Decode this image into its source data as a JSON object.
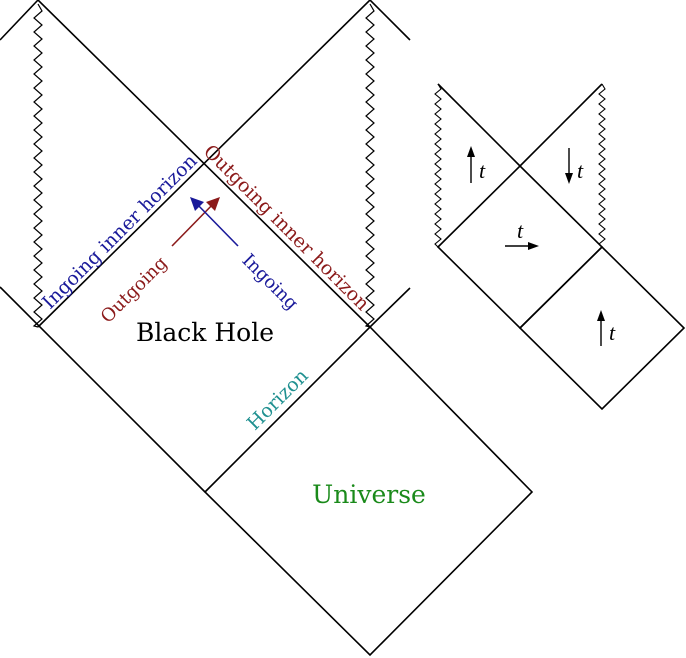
{
  "labels": {
    "black_hole": "Black Hole",
    "universe": "Universe",
    "horizon": "Horizon",
    "ingoing_inner_horizon": "Ingoing inner horizon",
    "outgoing_inner_horizon": "Outgoing inner horizon",
    "outgoing": "Outgoing",
    "ingoing": "Ingoing",
    "t": "t"
  },
  "colors": {
    "line": "#000000",
    "black_hole": "#000000",
    "universe": "#1a8a1a",
    "horizon": "#1f9090",
    "ingoing": "#1a1a9a",
    "outgoing": "#8b1a1a"
  }
}
